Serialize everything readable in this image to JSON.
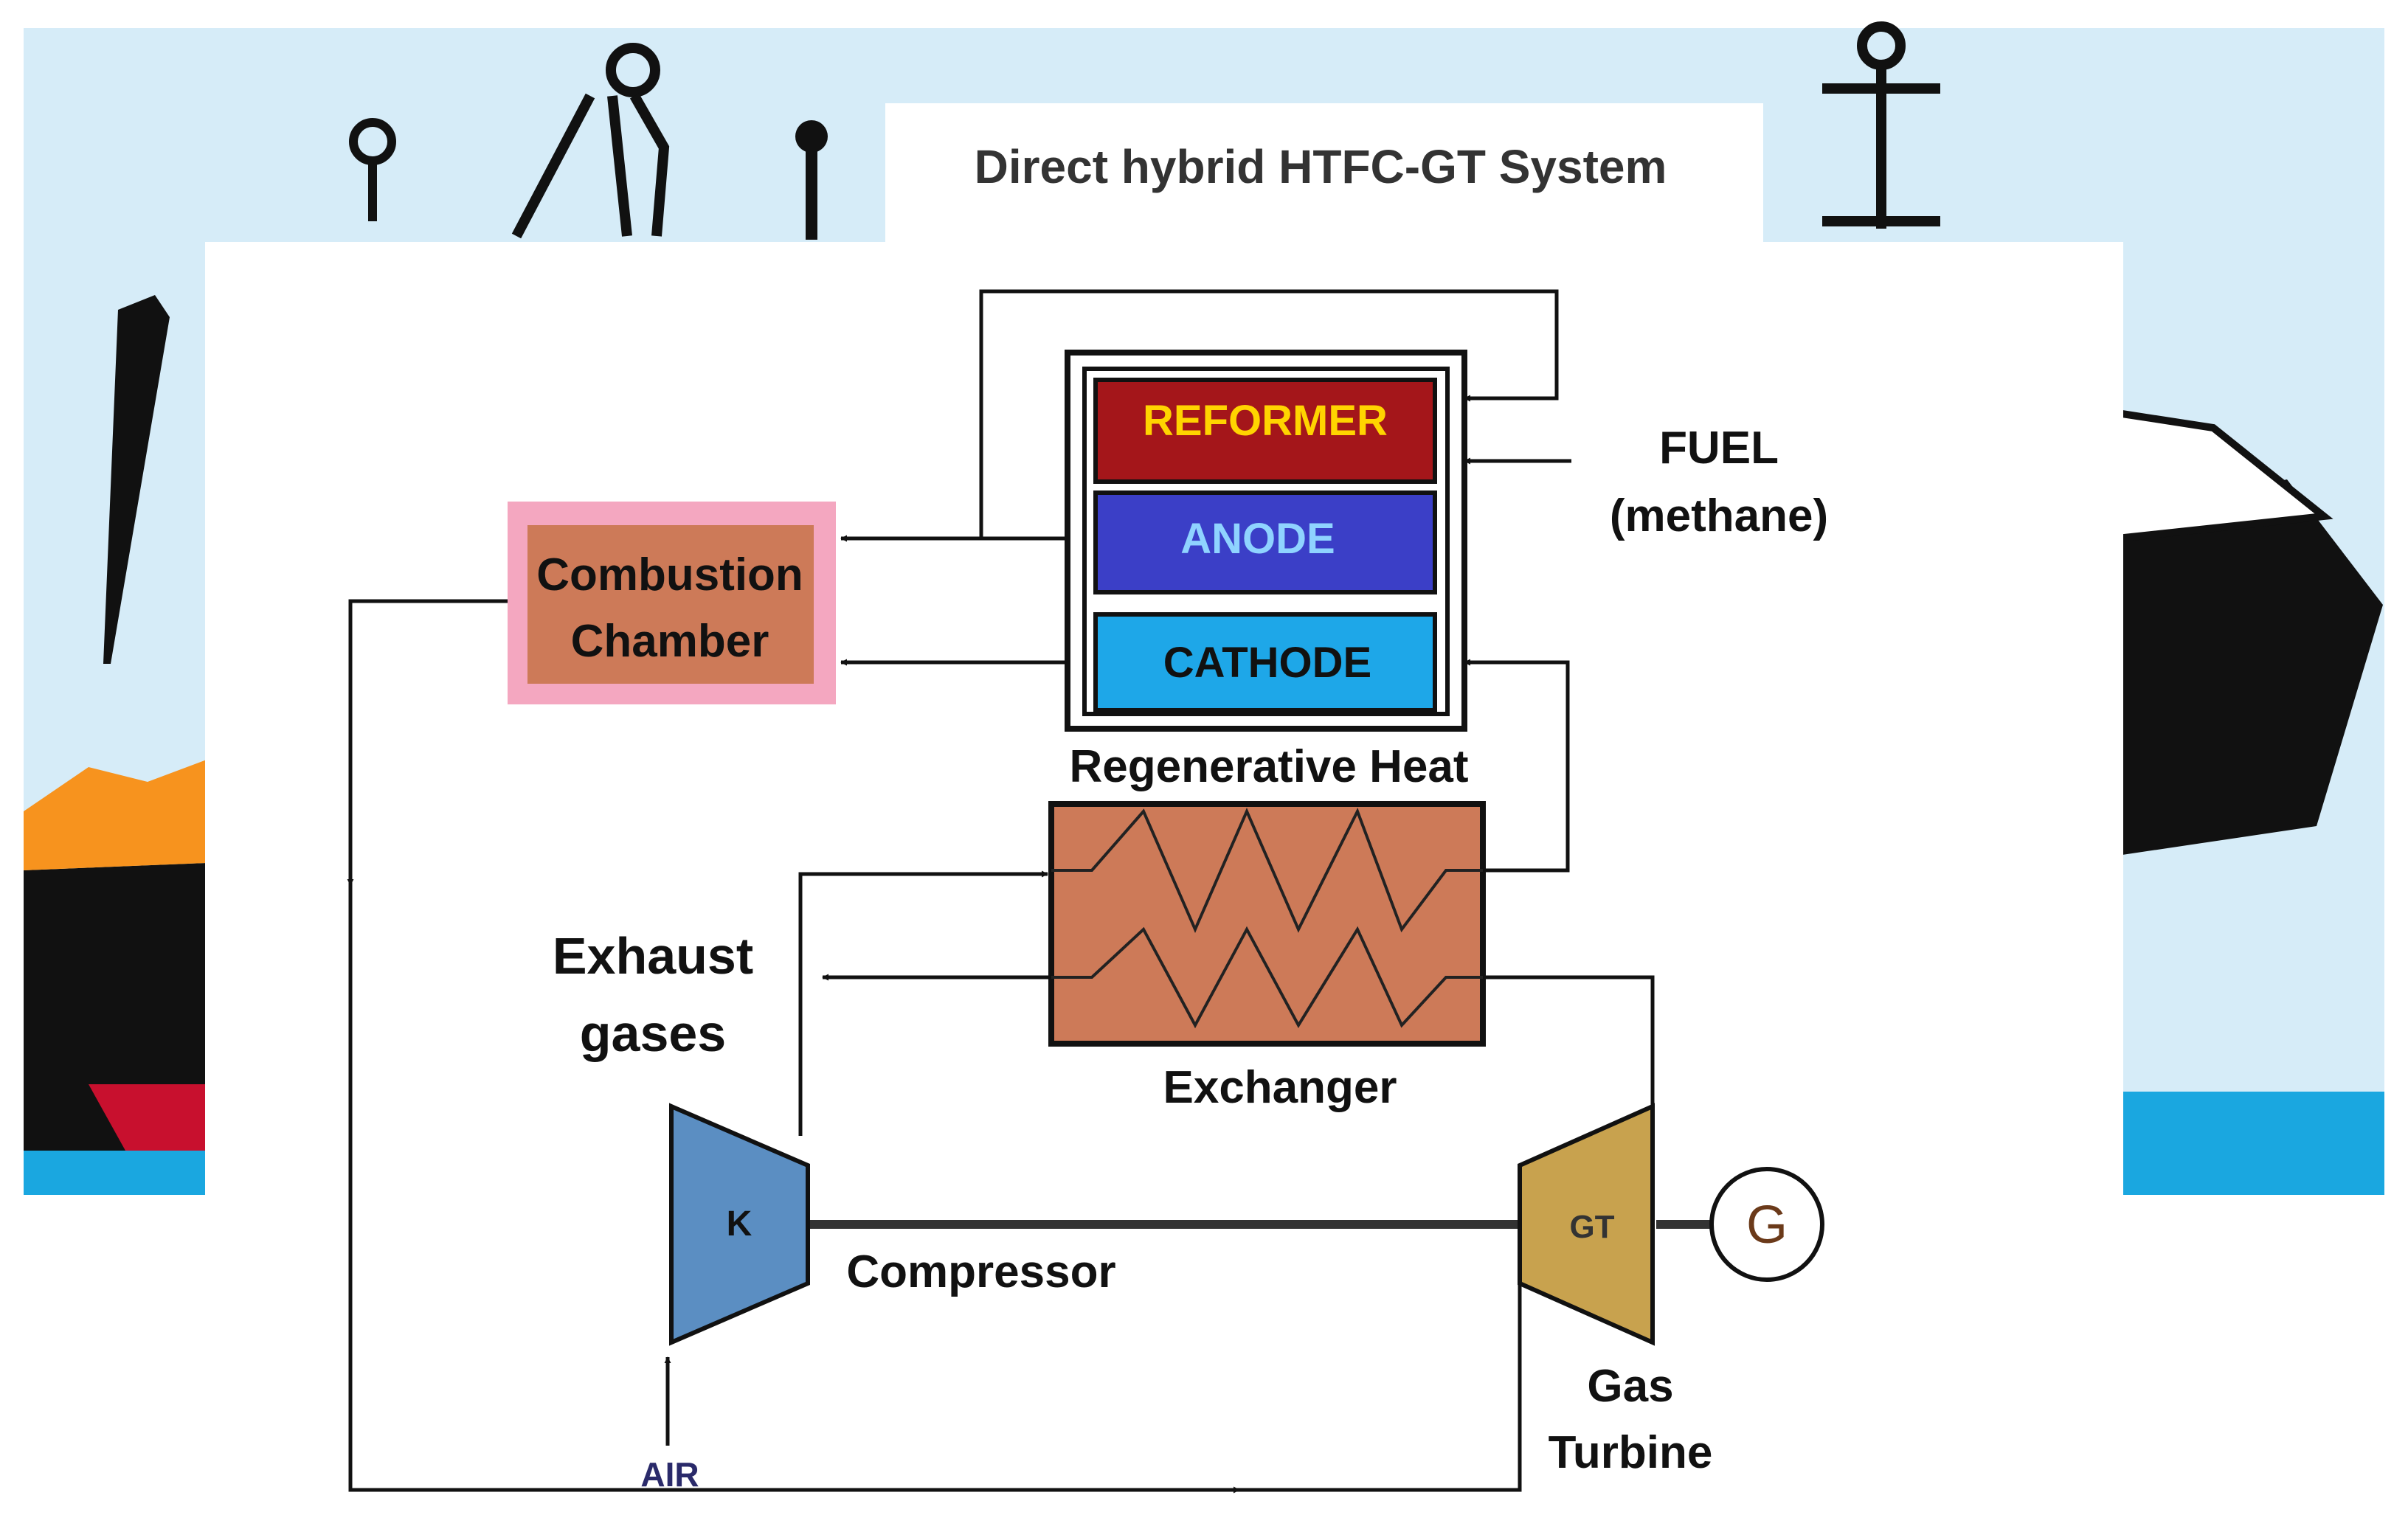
{
  "title": "Direct hybrid HTFC-GT System",
  "fuel_cell": {
    "reformer": "REFORMER",
    "anode": "ANODE",
    "cathode": "CATHODE"
  },
  "fuel": {
    "line1": "FUEL",
    "line2": "(methane)"
  },
  "combustion": {
    "line1": "Combustion",
    "line2": "Chamber"
  },
  "heat_exchanger": {
    "label_top": "Regenerative Heat",
    "label_bottom": "Exchanger"
  },
  "exhaust": {
    "line1": "Exhaust",
    "line2": "gases"
  },
  "compressor": {
    "symbol": "K",
    "label": "Compressor"
  },
  "turbine": {
    "symbol": "GT",
    "line1": "Gas",
    "line2": "Turbine"
  },
  "generator": {
    "symbol": "G"
  },
  "air": "AIR",
  "colors": {
    "sky": "#d6ecf8",
    "sea": "#1aa7e0",
    "reformer": "#a4161a",
    "reformer_text": "#ffd400",
    "anode": "#3b3fc7",
    "anode_text": "#8fd3ff",
    "cathode": "#1ea7e8",
    "cathode_text": "#111111",
    "combustion_border": "#f4a7c0",
    "combustion_fill": "#cd7a58",
    "exchanger_fill": "#cd7a58",
    "compressor": "#5b8ec2",
    "turbine": "#c8a24e"
  }
}
